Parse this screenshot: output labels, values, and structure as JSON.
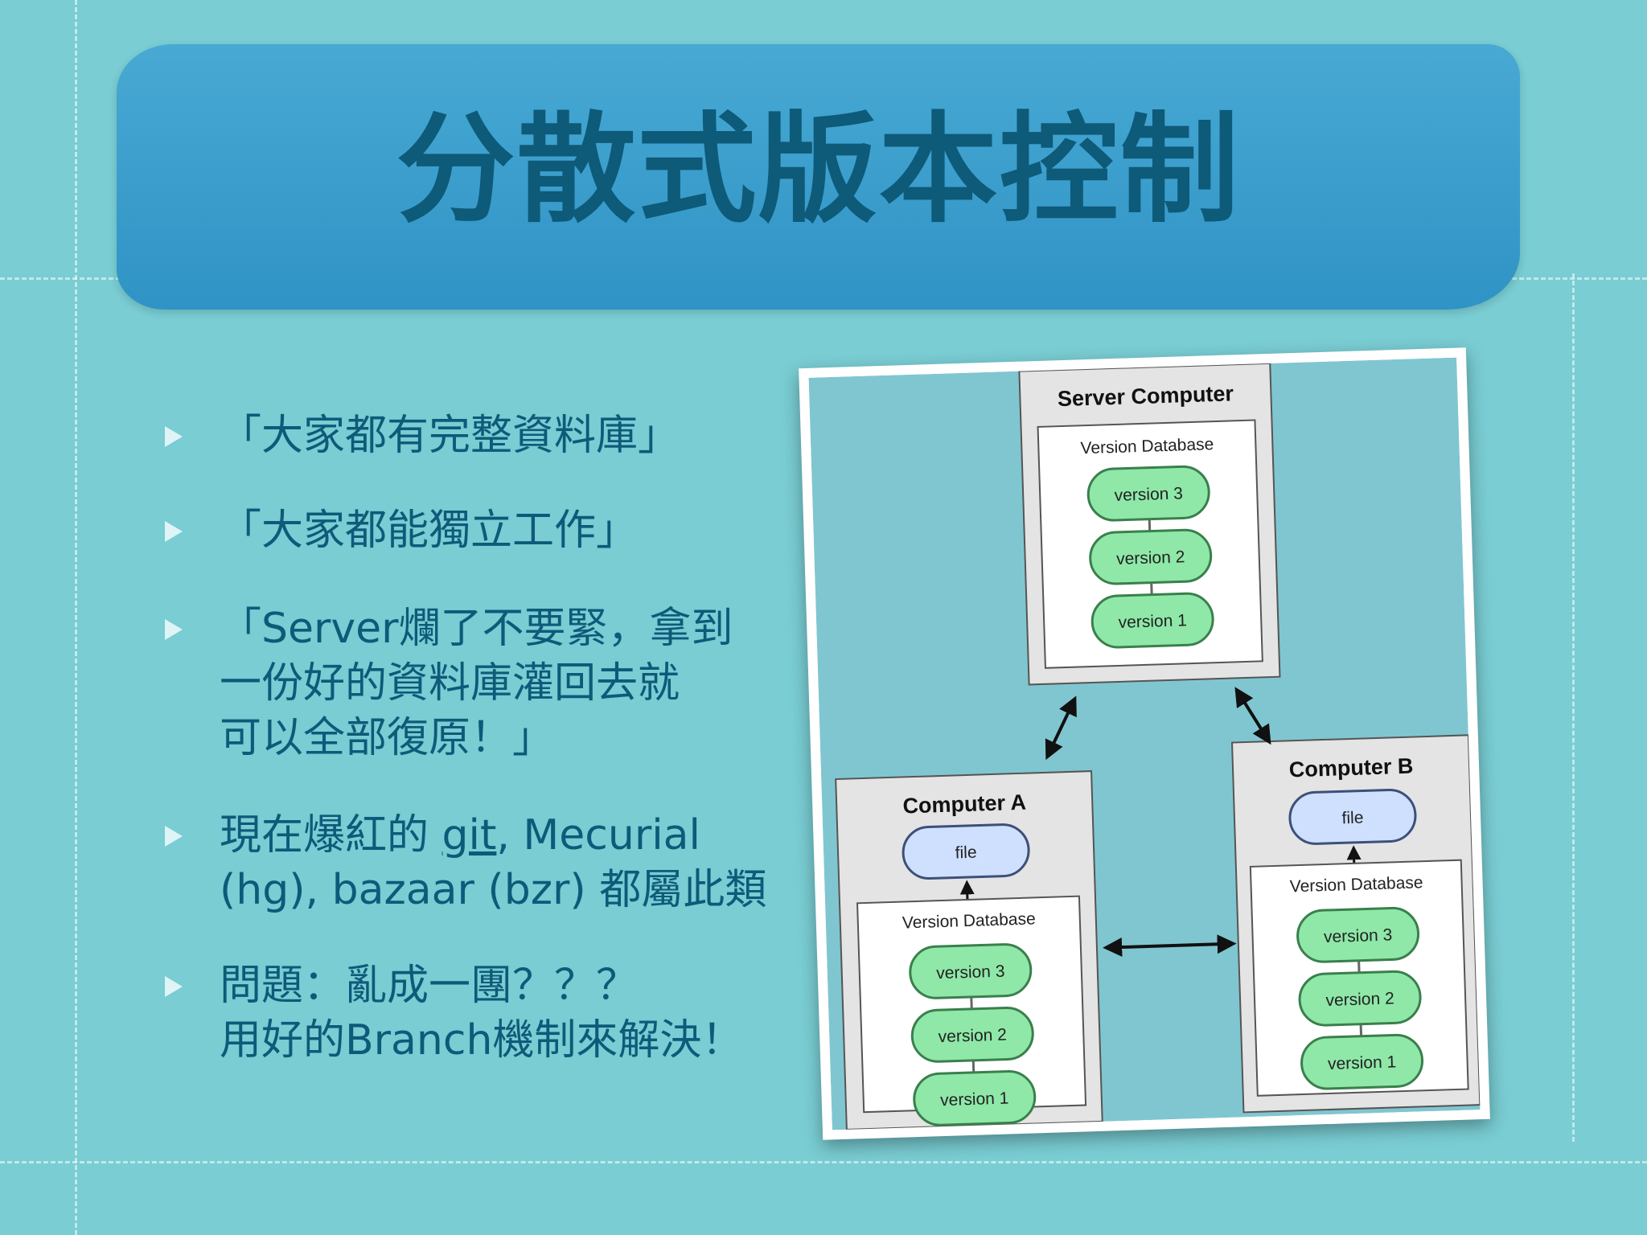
{
  "slide": {
    "title": "分散式版本控制",
    "bullets": [
      "「大家都有完整資料庫」",
      "「大家都能獨立工作」",
      "「Server爛了不要緊，拿到\n一份好的資料庫灌回去就\n可以全部復原！」",
      "現在爆紅的 git, Mecurial\n(hg), bazaar (bzr) 都屬此類",
      "問題：亂成一團？？？\n用好的Branch機制來解決！"
    ]
  },
  "diagram": {
    "server": {
      "title": "Server Computer",
      "db_label": "Version Database",
      "versions": [
        "version 3",
        "version 2",
        "version 1"
      ]
    },
    "computer_a": {
      "title": "Computer A",
      "file": "file",
      "db_label": "Version Database",
      "versions": [
        "version 3",
        "version 2",
        "version 1"
      ]
    },
    "computer_b": {
      "title": "Computer B",
      "file": "file",
      "db_label": "Version Database",
      "versions": [
        "version 3",
        "version 2",
        "version 1"
      ]
    },
    "colors": {
      "version_fill": "#8fe8a8",
      "version_stroke": "#3a7f4d",
      "file_fill": "#cfe0ff",
      "file_stroke": "#3d4f7a",
      "panel_fill": "#e4e4e4",
      "background": "#80c6d0"
    }
  }
}
